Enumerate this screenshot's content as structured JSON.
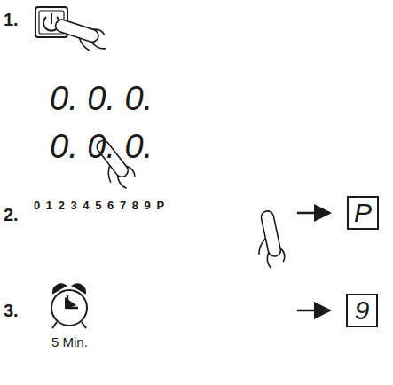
{
  "diagram": {
    "nodes": [
      {
        "text": [
          "P"
        ]
      },
      {
        "text": [
          "9"
        ]
      }
    ],
    "labels": [
      "1.",
      "0. 0. 0.",
      "0. 0. 0.",
      "2.",
      "0 1 2 3 4 5 6 7 8 9 P",
      "3.",
      "5 Min."
    ]
  }
}
